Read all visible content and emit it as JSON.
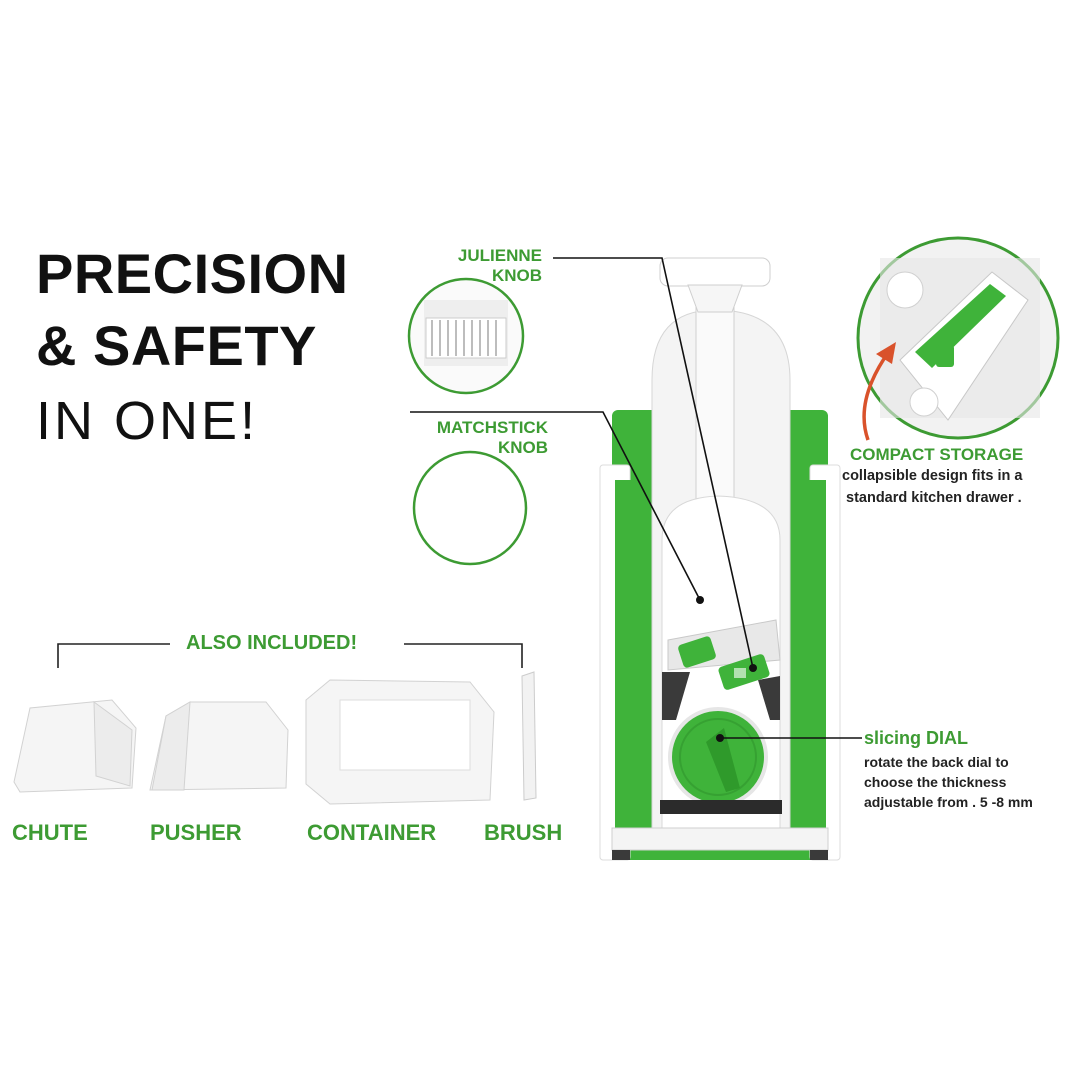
{
  "headline": {
    "line1": "PRECISION",
    "line2": "& SAFETY",
    "line3": "IN ONE!"
  },
  "callouts": {
    "julienne": {
      "line1": "JULIENNE",
      "line2": "KNOB"
    },
    "matchstick": {
      "line1": "MATCHSTICK",
      "line2": "KNOB"
    },
    "storage": {
      "title": "COMPACT  STORAGE",
      "line1": "collapsible design fits in a",
      "line2": "standard kitchen drawer ."
    },
    "dial": {
      "title": "slicing DIAL",
      "line1": "rotate the back dial to",
      "line2": "choose the thickness",
      "line3": "adjustable from . 5 -8 mm"
    }
  },
  "included": {
    "title": "ALSO INCLUDED!",
    "items": [
      "CHUTE",
      "PUSHER",
      "CONTAINER",
      "BRUSH"
    ]
  },
  "colors": {
    "brand_green": "#3d9b33",
    "accent_orange": "#d9522b",
    "text_dark": "#111111"
  }
}
